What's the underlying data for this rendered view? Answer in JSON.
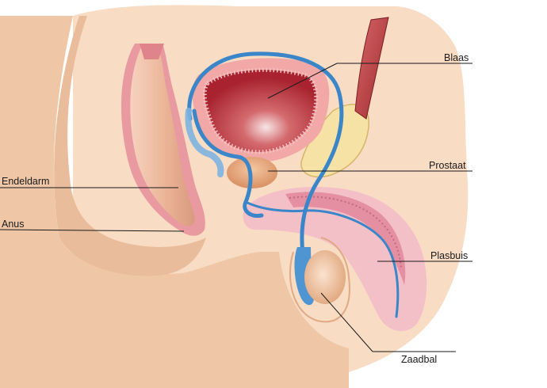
{
  "labels": {
    "blaas": "Blaas",
    "prostaat": "Prostaat",
    "plasbuis": "Plasbuis",
    "zaadbal": "Zaadbal",
    "endeldarm": "Endeldarm",
    "anus": "Anus"
  },
  "colors": {
    "skin": "#f8dcc4",
    "skin_shadow": "#e3b896",
    "bladder": "#b8323c",
    "bladder_wall": "#f2a8a6",
    "vas_deferens": "#3b86c8",
    "prostate": "#e6a77a",
    "urethra_sheath": "#f2b3bf",
    "testis": "#f0c09a",
    "rectum": "#e99aa0",
    "leader_line": "#1a1a1a"
  }
}
